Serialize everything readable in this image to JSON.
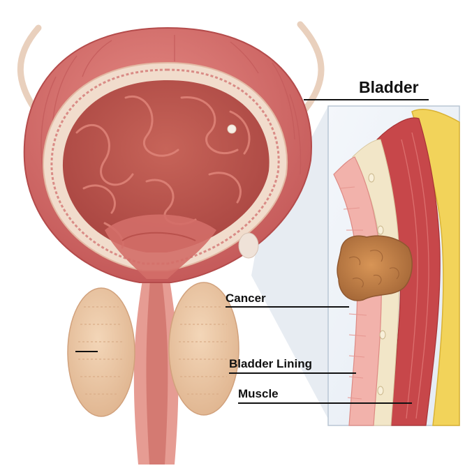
{
  "labels": {
    "bladder": "Bladder",
    "cancer": "Cancer",
    "bladder_lining": "Bladder Lining",
    "muscle": "Muscle"
  },
  "colors": {
    "outer_wall": "#d46b6b",
    "inner_lumen": "#c65a55",
    "cellular_band": "#f1dccc",
    "prostate": "#edc8a6",
    "tumor": "#c8824a",
    "fat_layer": "#f2d35a",
    "leader_line": "#111111"
  }
}
